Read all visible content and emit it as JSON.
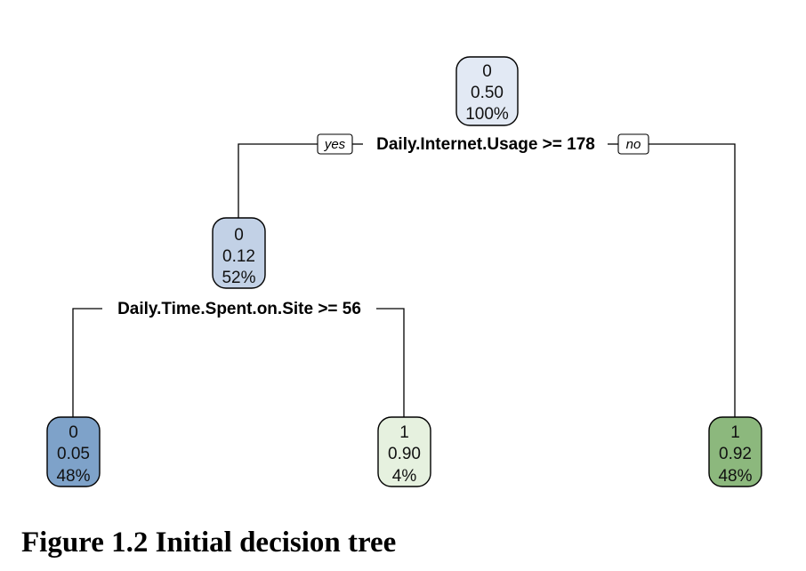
{
  "tree": {
    "nodes": [
      {
        "id": "root",
        "class_label": "0",
        "probability": "0.50",
        "share": "100%",
        "fill": "#e2e9f4"
      },
      {
        "id": "left",
        "class_label": "0",
        "probability": "0.12",
        "share": "52%",
        "fill": "#c2d1e6"
      },
      {
        "id": "leaf-ll",
        "class_label": "0",
        "probability": "0.05",
        "share": "48%",
        "fill": "#7ea2c9"
      },
      {
        "id": "leaf-lr",
        "class_label": "1",
        "probability": "0.90",
        "share": "4%",
        "fill": "#e6f1df"
      },
      {
        "id": "leaf-r",
        "class_label": "1",
        "probability": "0.92",
        "share": "48%",
        "fill": "#8cb87d"
      }
    ],
    "splits": [
      {
        "id": "root-split",
        "condition": "Daily.Internet.Usage >= 178",
        "yes_label": "yes",
        "no_label": "no"
      },
      {
        "id": "left-split",
        "condition": "Daily.Time.Spent.on.Site >= 56"
      }
    ]
  },
  "caption": "Figure 1.2 Initial decision tree"
}
